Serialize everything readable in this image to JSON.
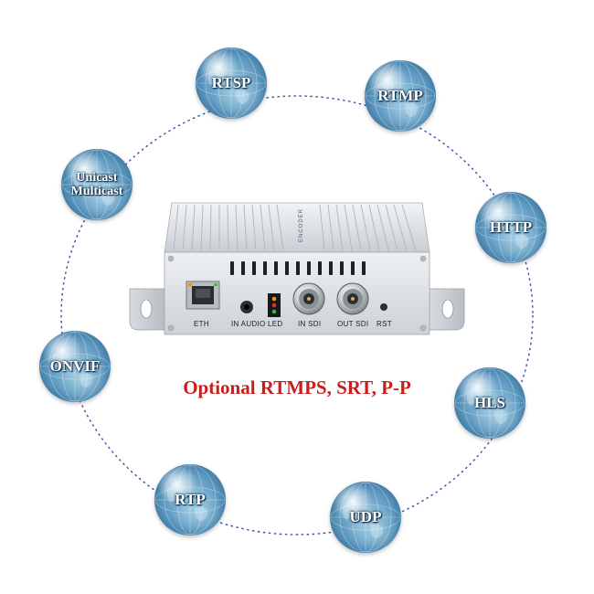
{
  "protocols": [
    {
      "id": "rtsp",
      "label": "RTSP"
    },
    {
      "id": "rtmp",
      "label": "RTMP"
    },
    {
      "id": "unicast-multicast",
      "label": "Unicast\nMulticast"
    },
    {
      "id": "http",
      "label": "HTTP"
    },
    {
      "id": "onvif",
      "label": "ONVIF"
    },
    {
      "id": "hls",
      "label": "HLS"
    },
    {
      "id": "rtp",
      "label": "RTP"
    },
    {
      "id": "udp",
      "label": "UDP"
    }
  ],
  "optional_text": "Optional RTMPS, SRT, P-P",
  "device": {
    "brand": "ENCODER",
    "ports": {
      "eth": "ETH",
      "in_audio": "IN AUDIO",
      "led": "LED",
      "in_sdi": "IN SDI",
      "out_sdi": "OUT SDI",
      "rst": "RST"
    }
  },
  "colors": {
    "ring": "#3a4fa8",
    "optional_text": "#c81e1e",
    "globe_dark": "#1f4f73",
    "globe_light": "#9bc7df",
    "device_body": "#dfe3e7"
  }
}
